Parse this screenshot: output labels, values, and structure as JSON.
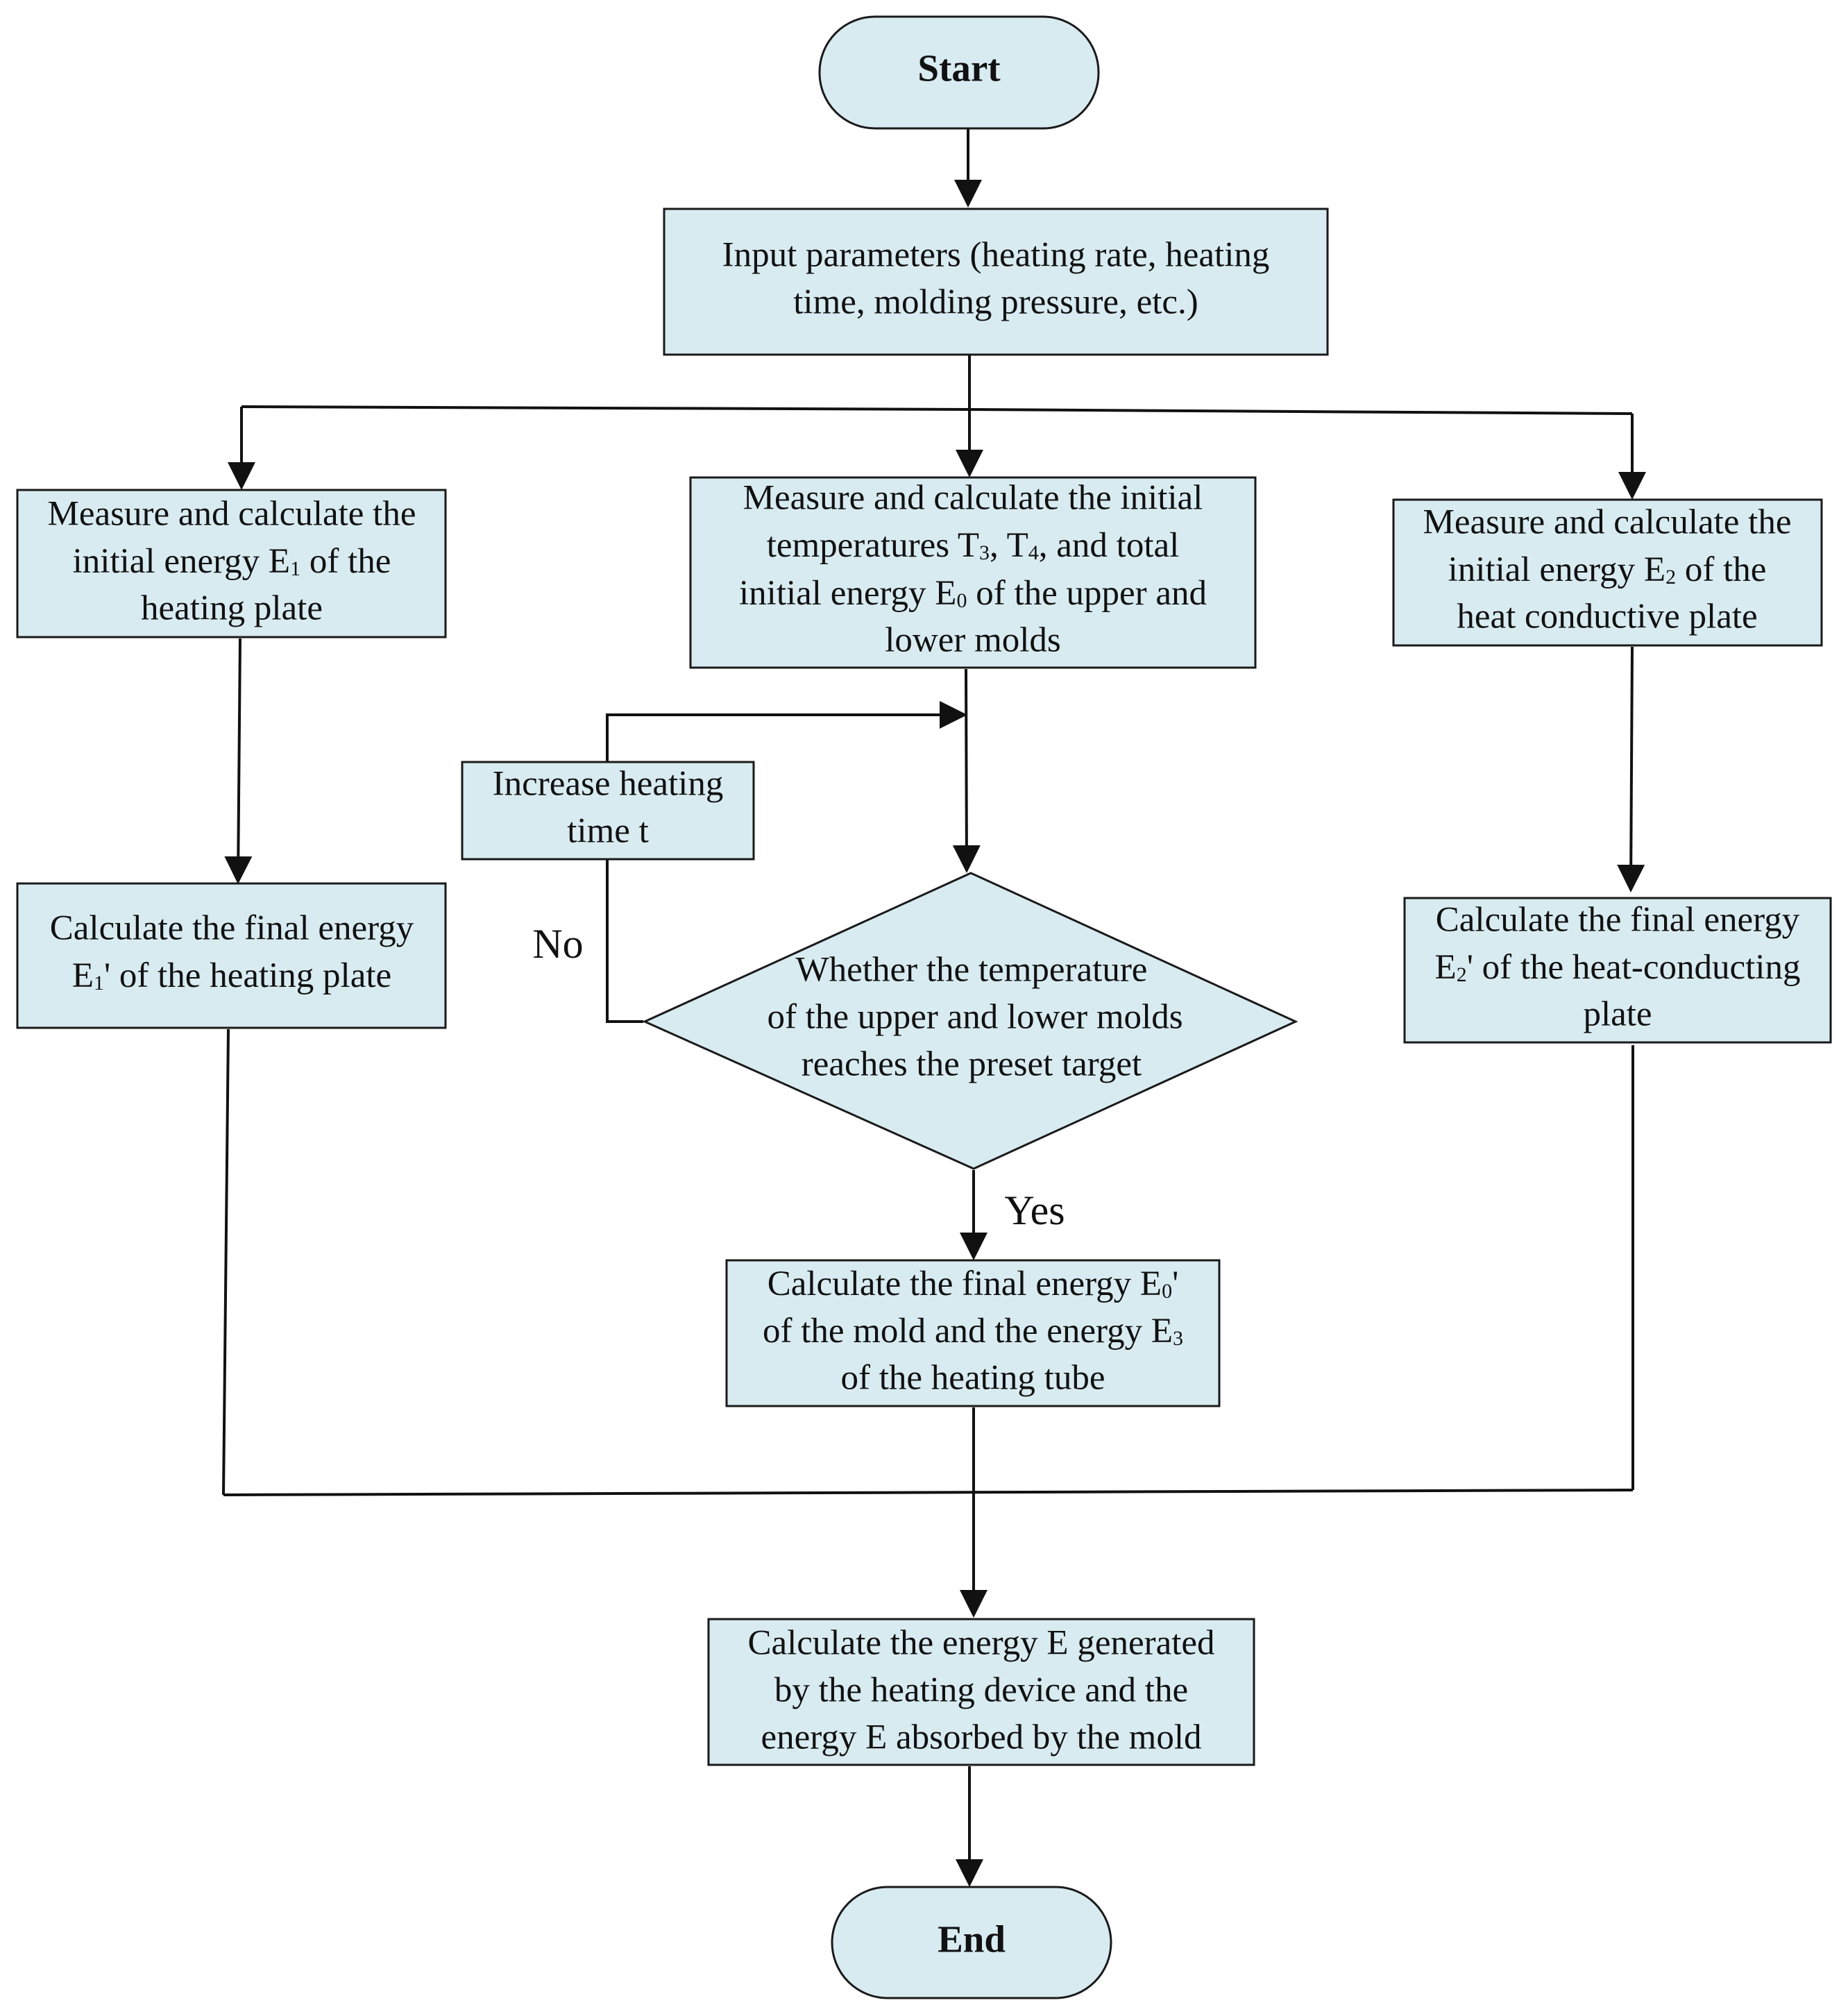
{
  "colors": {
    "node_fill": "#d8ebf1",
    "node_stroke": "#1a1a1a",
    "connector": "#111111"
  },
  "nodes": {
    "start": {
      "label": "Start"
    },
    "input": {
      "line1": "Input parameters (heating rate, heating",
      "line2": "time, molding pressure, etc.)"
    },
    "measure_heating_plate": {
      "line1": "Measure and calculate the",
      "line2_pre": "initial energy E",
      "line2_sub": "1",
      "line2_post": " of the",
      "line3": "heating plate"
    },
    "measure_molds": {
      "line1": "Measure and calculate the initial",
      "line2_pre": "temperatures T",
      "line2_sub1": "3",
      "line2_mid": ", T",
      "line2_sub2": "4",
      "line2_post": ", and total",
      "line3_pre": "initial energy E",
      "line3_sub": "0",
      "line3_post": " of the upper and",
      "line4": "lower molds"
    },
    "measure_conductive_plate": {
      "line1": "Measure and calculate the",
      "line2_pre": "initial energy E",
      "line2_sub": "2",
      "line2_post": " of the",
      "line3": "heat conductive plate"
    },
    "increase_time": {
      "line1": "Increase heating",
      "line2": "time t"
    },
    "final_heating_plate": {
      "line1": "Calculate the final energy",
      "line2_pre": "E",
      "line2_sub": "1",
      "line2_post": "' of the heating plate"
    },
    "decision": {
      "line1": "Whether the temperature",
      "line2": "of the upper and lower molds",
      "line3": "reaches the preset target"
    },
    "final_conductive_plate": {
      "line1": "Calculate the final energy",
      "line2_pre": "E",
      "line2_sub": "2",
      "line2_post": "' of the heat-conducting",
      "line3": "plate"
    },
    "final_mold": {
      "line1_pre": "Calculate the final energy E",
      "line1_sub": "0",
      "line1_post": "'",
      "line2_pre": "of the mold and the energy E",
      "line2_sub": "3",
      "line3": "of the heating tube"
    },
    "energy_total": {
      "line1": "Calculate the energy E generated",
      "line2": "by the heating device and the",
      "line3": "energy E absorbed by the mold"
    },
    "end": {
      "label": "End"
    }
  },
  "branches": {
    "no": "No",
    "yes": "Yes"
  }
}
